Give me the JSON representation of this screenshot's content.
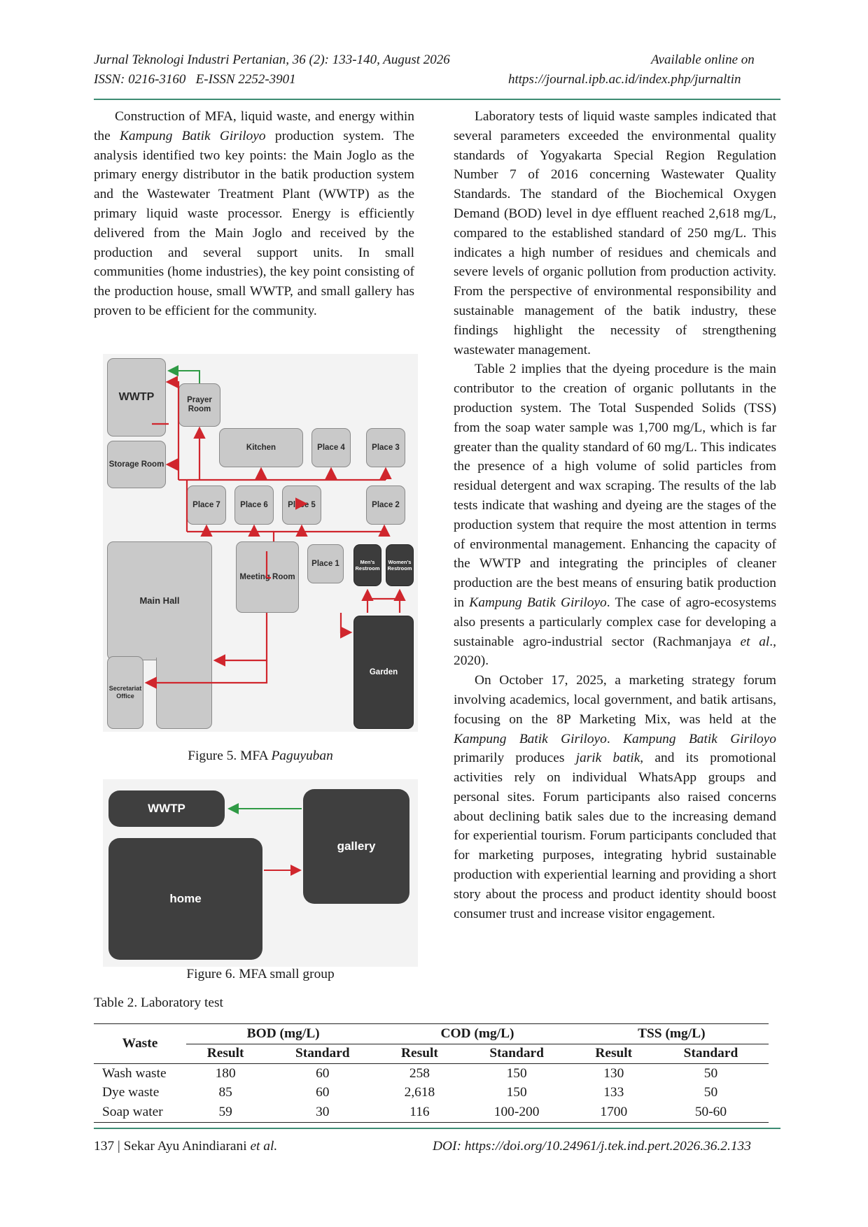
{
  "header": {
    "journal": "Jurnal Teknologi Industri Pertanian, 36 (2): 133-140, August 2026",
    "issn": "ISSN: 0216-3160   E-ISSN 2252-3901",
    "available": "Available online on",
    "url": "https://journal.ipb.ac.id/index.php/jurnaltin"
  },
  "left_column": {
    "p1_a": "Construction of MFA, liquid waste, and energy within the ",
    "p1_em": "Kampung Batik Giriloyo",
    "p1_b": " production system. The analysis identified two key points: the Main Joglo as the primary energy distributor in the batik production system and the Wastewater Treatment Plant (WWTP) as the primary liquid waste processor. Energy is efficiently delivered from the Main Joglo and received by the production and several support units. In small communities (home industries), the key point consisting of the production house, small WWTP, and small gallery has proven to be efficient for the community."
  },
  "figure5": {
    "caption_prefix": "Figure 5. MFA ",
    "caption_em": "Paguyuban",
    "labels": {
      "wwtp": "WWTP",
      "prayer_room": "Prayer Room",
      "storage_room": "Storage Room",
      "kitchen": "Kitchen",
      "place4": "Place 4",
      "place3": "Place 3",
      "place7": "Place 7",
      "place6": "Place 6",
      "place5": "Place 5",
      "place2": "Place 2",
      "main_hall": "Main Hall",
      "meeting_room": "Meeting Room",
      "place1": "Place 1",
      "mens_restroom": "Men's Restroom",
      "womens_restroom": "Women's Restroom",
      "garden": "Garden",
      "secretariat_office": "Secretariat Office"
    },
    "colors": {
      "energy_arrow": "#d0262d",
      "waste_arrow": "#2f9a45"
    }
  },
  "figure6": {
    "caption": "Figure 6. MFA small group",
    "labels": {
      "wwtp": "WWTP",
      "gallery": "gallery",
      "home": "home"
    }
  },
  "table2": {
    "caption": "Table 2. Laboratory test",
    "col_waste": "Waste",
    "groups": [
      "BOD (mg/L)",
      "COD (mg/L)",
      "TSS (mg/L)"
    ],
    "sub": [
      "Result",
      "Standard"
    ],
    "rows": [
      {
        "name": "Wash waste",
        "vals": [
          "180",
          "60",
          "258",
          "150",
          "130",
          "50"
        ]
      },
      {
        "name": "Dye waste",
        "vals": [
          "85",
          "60",
          "2,618",
          "150",
          "133",
          "50"
        ]
      },
      {
        "name": "Soap water",
        "vals": [
          "59",
          "30",
          "116",
          "100-200",
          "1700",
          "50-60"
        ]
      }
    ]
  },
  "right_column": {
    "p1": "Laboratory tests of liquid waste samples indicated that several parameters exceeded the environmental quality standards of Yogyakarta Special Region Regulation Number 7 of 2016 concerning Wastewater Quality Standards. The standard of the Biochemical Oxygen Demand (BOD) level in dye effluent reached 2,618 mg/L, compared to the established standard of 250 mg/L. This indicates a high number of residues and chemicals and severe levels of organic pollution from production activity. From the perspective of environmental responsibility and sustainable management of the batik industry, these findings highlight the necessity of strengthening wastewater management.",
    "p2_a": "Table 2 implies that the dyeing procedure is the main contributor to the creation of organic pollutants in the production system. The Total Suspended Solids (TSS) from the soap water sample was 1,700 mg/L, which is far greater than the quality standard of 60 mg/L. This indicates the presence of a high volume of solid particles from residual detergent and wax scraping. The results of the lab tests indicate that washing and dyeing are the stages of the production system that require the most attention in terms of environmental management. Enhancing the capacity of the WWTP and integrating the principles of cleaner production are the best means of ensuring batik production in ",
    "p2_em1": "Kampung Batik Giriloyo",
    "p2_b": ". The case of agro-ecosystems also presents a particularly complex case for developing a sustainable agro-industrial sector (Rachmanjaya ",
    "p2_em2": "et al",
    "p2_c": "., 2020).",
    "p3_a": "On October 17, 2025, a marketing strategy forum involving academics, local government, and batik artisans, focusing on the 8P Marketing Mix, was held at the ",
    "p3_em1": "Kampung Batik Giriloyo",
    "p3_b": ". ",
    "p3_em2": "Kampung Batik Giriloyo",
    "p3_c": " primarily produces ",
    "p3_em3": "jarik batik",
    "p3_d": ", and its promotional activities rely on individual WhatsApp groups and personal sites. Forum participants also raised concerns about declining batik sales due to the increasing demand for experiential tourism. Forum participants concluded that for marketing purposes, integrating hybrid sustainable production with experiential learning and providing a short story about the process and product identity should boost consumer trust and increase visitor engagement."
  },
  "footer": {
    "page": "137 | Sekar Ayu Anindiarani ",
    "page_em": "et al.",
    "doi": "DOI: https://doi.org/10.24961/j.tek.ind.pert.2026.36.2.133"
  }
}
